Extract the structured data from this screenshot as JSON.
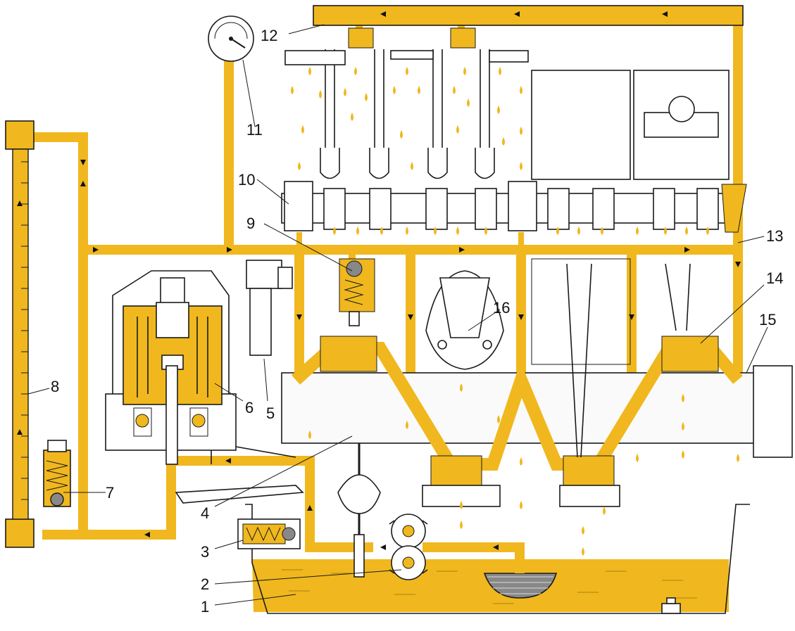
{
  "labels": [
    "1",
    "2",
    "3",
    "4",
    "5",
    "6",
    "7",
    "8",
    "9",
    "10",
    "11",
    "12",
    "13",
    "14",
    "15",
    "16"
  ],
  "colors": {
    "oil": "#f0b81e",
    "oil_dark": "#d49b0a",
    "ink": "#1a1a1a",
    "background": "#ffffff"
  }
}
